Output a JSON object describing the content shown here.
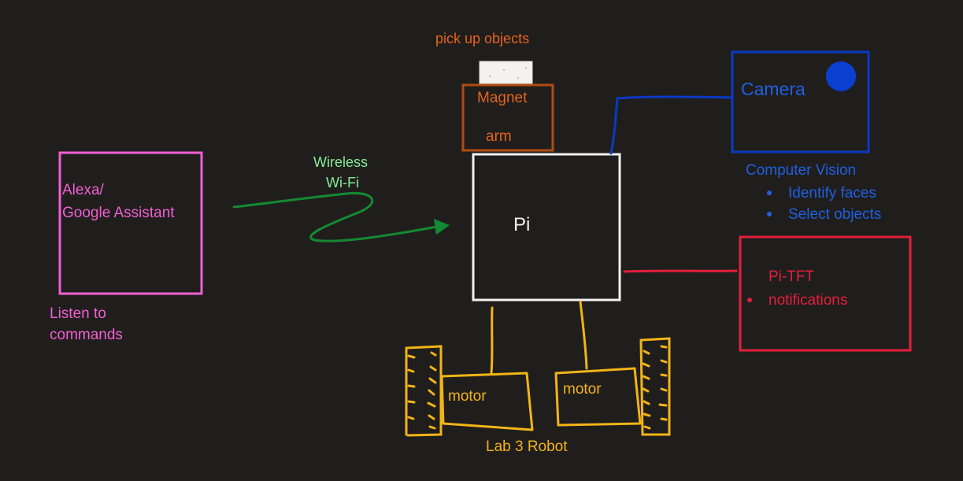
{
  "colors": {
    "background": "#201e1d",
    "alexa": "#f25fd3",
    "wifi_text": "#86eb95",
    "wifi_line": "#138a32",
    "magnet": "#e5631b",
    "magnet_box": "#b04c12",
    "pi": "#f2f2f2",
    "camera": "#1f5fe0",
    "camera_box": "#0b39c4",
    "tft": "#e2203a",
    "robot": "#f2b417"
  },
  "labels": {
    "alexa_line1": "Alexa/",
    "alexa_line2": "Google Assistant",
    "listen_line1": "Listen to",
    "listen_line2": "commands",
    "wireless": "Wireless",
    "wifi": "Wi-Fi",
    "pickup": "pick up objects",
    "magnet": "Magnet",
    "arm": "arm",
    "pi": "Pi",
    "camera": "Camera",
    "computer_vision": "Computer Vision",
    "cv_items": [
      "Identify faces",
      "Select objects"
    ],
    "pitft": "Pi-TFT",
    "pitft_item": "notifications",
    "motor_left": "motor",
    "motor_right": "motor",
    "robot": "Lab 3 Robot"
  }
}
